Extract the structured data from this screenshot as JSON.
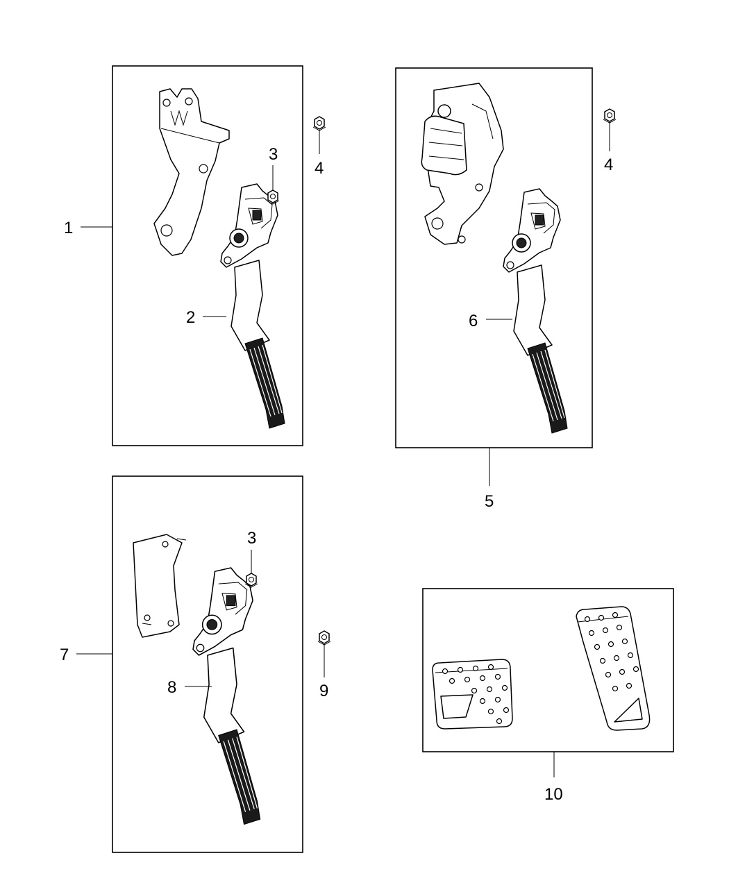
{
  "callouts": {
    "c1": "1",
    "c2": "2",
    "c3a": "3",
    "c4a": "4",
    "c4b": "4",
    "c5": "5",
    "c6": "6",
    "c3b": "3",
    "c7": "7",
    "c8": "8",
    "c9": "9",
    "c10": "10"
  },
  "icons": {
    "accelerator_pedal": "pedal-assembly-icon",
    "pedal_bracket": "pedal-bracket-icon",
    "actuator_motor": "adjustable-pedal-motor-icon",
    "mounting_plate": "mounting-plate-icon",
    "nut": "hex-nut-icon",
    "pedal_pad": "pedal-pad-icon"
  },
  "colors": {
    "line": "#000000",
    "background": "#ffffff",
    "pad_fill": "#1a1a1a"
  }
}
